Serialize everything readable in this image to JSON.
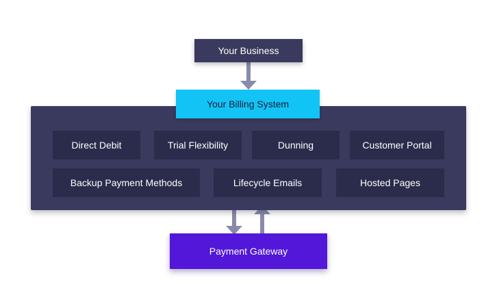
{
  "nodes": {
    "business": "Your Business",
    "billing_system": "Your Billing System",
    "gateway": "Payment Gateway"
  },
  "features": {
    "row1": [
      "Direct Debit",
      "Trial Flexibility",
      "Dunning",
      "Customer Portal"
    ],
    "row2": [
      "Backup Payment Methods",
      "Lifecycle Emails",
      "Hosted Pages"
    ]
  },
  "colors": {
    "dark_navy": "#3a3a5e",
    "feature_box": "#2b2b4b",
    "accent_cyan": "#12c4f5",
    "gateway_purple": "#5217d9",
    "arrow": "#8a8aaa"
  }
}
